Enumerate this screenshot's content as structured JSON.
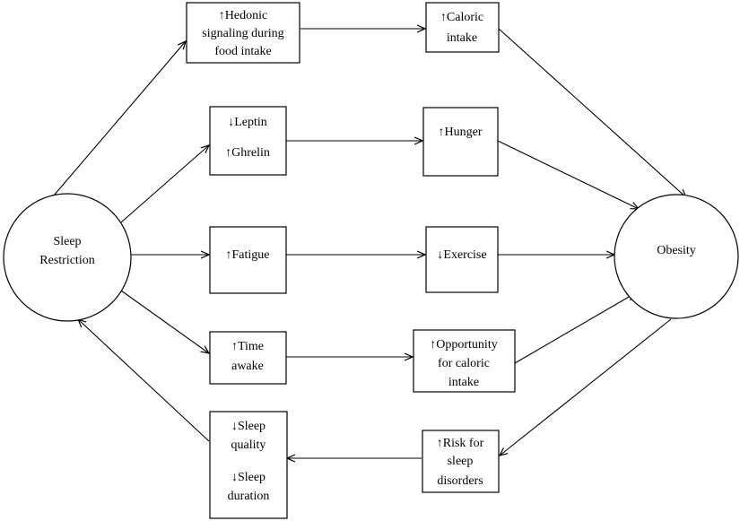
{
  "nodes": {
    "sleep_restriction": {
      "lines": [
        "Sleep",
        "Restriction"
      ]
    },
    "obesity": {
      "lines": [
        "Obesity"
      ]
    },
    "hedonic": {
      "lines": [
        "↑Hedonic",
        "signaling during",
        "food intake"
      ]
    },
    "caloric": {
      "lines": [
        "↑Caloric",
        "intake"
      ]
    },
    "leptin_ghrelin": {
      "lines": [
        "↓Leptin",
        "↑Ghrelin"
      ]
    },
    "hunger": {
      "lines": [
        "↑Hunger"
      ]
    },
    "fatigue": {
      "lines": [
        "↑Fatigue"
      ]
    },
    "exercise": {
      "lines": [
        "↓Exercise"
      ]
    },
    "time_awake": {
      "lines": [
        "↑Time",
        "awake"
      ]
    },
    "opportunity": {
      "lines": [
        "↑Opportunity",
        "for caloric",
        "intake"
      ]
    },
    "sleep_quality": {
      "lines": [
        "↓Sleep",
        "quality",
        "↓Sleep",
        "duration"
      ]
    },
    "risk": {
      "lines": [
        "↑Risk for",
        "sleep",
        "disorders"
      ]
    }
  },
  "edges": [
    {
      "from": "sleep_restriction",
      "to": "hedonic"
    },
    {
      "from": "sleep_restriction",
      "to": "leptin_ghrelin"
    },
    {
      "from": "sleep_restriction",
      "to": "fatigue"
    },
    {
      "from": "sleep_restriction",
      "to": "time_awake"
    },
    {
      "from": "hedonic",
      "to": "caloric"
    },
    {
      "from": "leptin_ghrelin",
      "to": "hunger"
    },
    {
      "from": "fatigue",
      "to": "exercise"
    },
    {
      "from": "time_awake",
      "to": "opportunity"
    },
    {
      "from": "caloric",
      "to": "obesity"
    },
    {
      "from": "hunger",
      "to": "obesity"
    },
    {
      "from": "exercise",
      "to": "obesity"
    },
    {
      "from": "opportunity",
      "to": "obesity"
    },
    {
      "from": "obesity",
      "to": "risk"
    },
    {
      "from": "risk",
      "to": "sleep_quality"
    },
    {
      "from": "sleep_quality",
      "to": "sleep_restriction"
    }
  ]
}
